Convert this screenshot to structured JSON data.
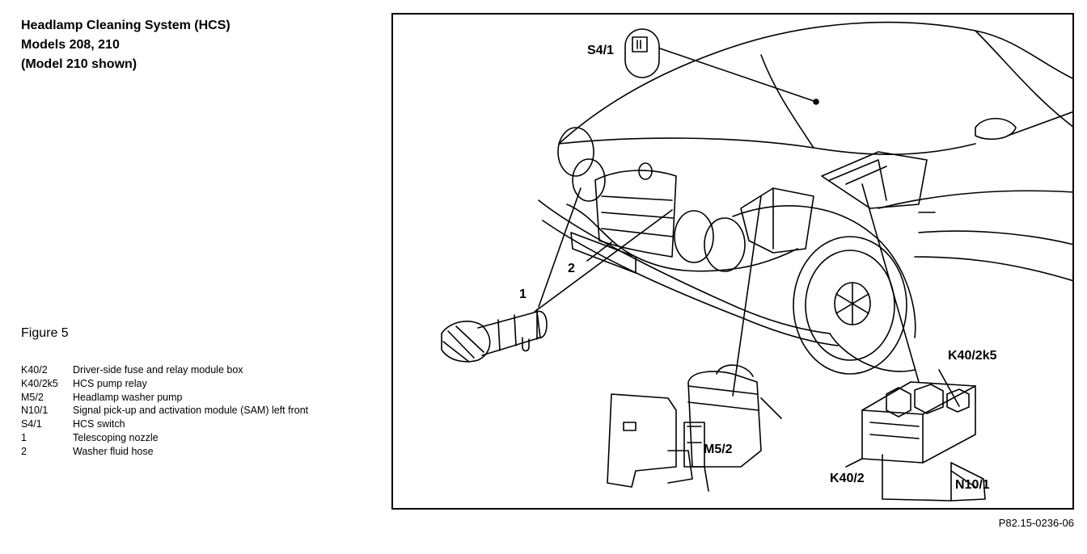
{
  "title": {
    "line1": "Headlamp Cleaning System (HCS)",
    "line2": "Models 208, 210",
    "line3": "(Model 210 shown)"
  },
  "figure_label": "Figure 5",
  "legend": [
    {
      "code": "K40/2",
      "desc": "Driver-side fuse and relay module box"
    },
    {
      "code": "K40/2k5",
      "desc": "HCS pump relay"
    },
    {
      "code": "M5/2",
      "desc": "Headlamp washer pump"
    },
    {
      "code": "N10/1",
      "desc": "Signal pick-up and activation module (SAM) left front"
    },
    {
      "code": "S4/1",
      "desc": "HCS switch"
    },
    {
      "code": "1",
      "desc": "Telescoping nozzle"
    },
    {
      "code": "2",
      "desc": "Washer fluid hose"
    }
  ],
  "callouts": {
    "s4_1": "S4/1",
    "k40_2k5": "K40/2k5",
    "m5_2": "M5/2",
    "k40_2": "K40/2",
    "n10_1": "N10/1",
    "nozzle": "1",
    "hose": "2"
  },
  "reference_code": "P82.15-0236-06"
}
